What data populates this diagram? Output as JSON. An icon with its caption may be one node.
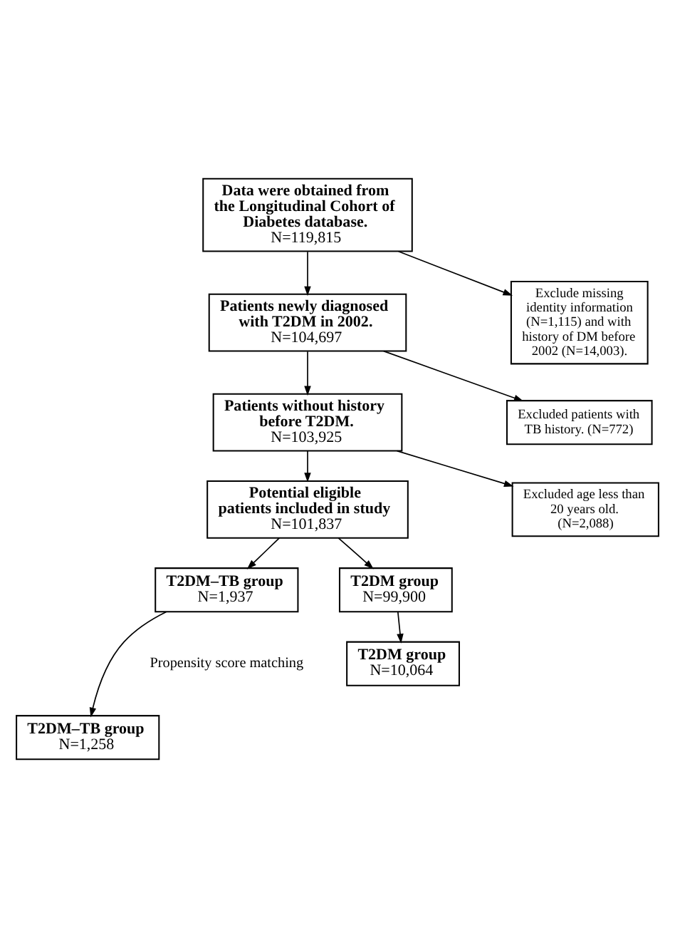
{
  "diagram": {
    "nodes": [
      {
        "text": [
          "Data were obtained from the Longitudinal Cohort of Diabetes database.",
          "N=119,815"
        ]
      },
      {
        "text": [
          "Exclude missing identity information (N=1,115) and with history of DM before 2002 (N=14,003)."
        ]
      },
      {
        "text": [
          "Patients newly diagnosed with T2DM in 2002.",
          "N=104,697"
        ]
      },
      {
        "text": [
          "Excluded patients with TB history. (N=772)"
        ]
      },
      {
        "text": [
          "Patients without history before T2DM.",
          "N=103,925"
        ]
      },
      {
        "text": [
          "Excluded age less than 20 years old. (N=2,088)"
        ]
      },
      {
        "text": [
          "Potential eligible patients included in study",
          "N=101,837"
        ]
      },
      {
        "text": [
          "T2DM–TB group",
          "N=1,937"
        ]
      },
      {
        "text": [
          "T2DM group",
          "N=99,900"
        ]
      },
      {
        "text": [
          "T2DM–TB group",
          "N=1,258"
        ]
      },
      {
        "text": [
          "T2DM group",
          "N=10,064"
        ]
      }
    ],
    "edges": [
      {
        "from": 0,
        "to": 1,
        "arrow": "to"
      },
      {
        "from": 0,
        "to": 2,
        "arrow": "to"
      },
      {
        "from": 2,
        "to": 3,
        "arrow": "to"
      },
      {
        "from": 2,
        "to": 4,
        "arrow": "to"
      },
      {
        "from": 4,
        "to": 5,
        "arrow": "to"
      },
      {
        "from": 4,
        "to": 6,
        "arrow": "to"
      },
      {
        "from": 6,
        "to": 7,
        "arrow": "to"
      },
      {
        "from": 6,
        "to": 8,
        "arrow": "to"
      },
      {
        "from": 7,
        "to": 9,
        "arrow": "to"
      },
      {
        "from": 8,
        "to": 10,
        "arrow": "to"
      }
    ],
    "labels": [
      "Propensity score matching"
    ]
  }
}
